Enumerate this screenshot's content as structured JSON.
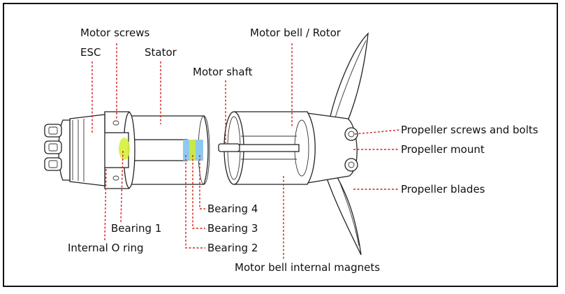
{
  "labels": {
    "motor_screws": "Motor screws",
    "esc": "ESC",
    "stator": "Stator",
    "motor_bell_rotor": "Motor bell / Rotor",
    "motor_shaft": "Motor shaft",
    "propeller_screws_bolts": "Propeller screws and bolts",
    "propeller_mount": "Propeller mount",
    "propeller_blades": "Propeller blades",
    "bearing_4": "Bearing 4",
    "bearing_3": "Bearing 3",
    "bearing_2": "Bearing 2",
    "bearing_1": "Bearing 1",
    "internal_o_ring": "Internal O ring",
    "motor_bell_magnets": "Motor bell internal magnets"
  },
  "colors": {
    "leader": "#d62020",
    "bearing_1": "#d8ef3a",
    "bearing_2": "#8ec9f0",
    "bearing_3": "#c8e84a",
    "bearing_4": "#8ec9f0",
    "outline": "#222222"
  }
}
